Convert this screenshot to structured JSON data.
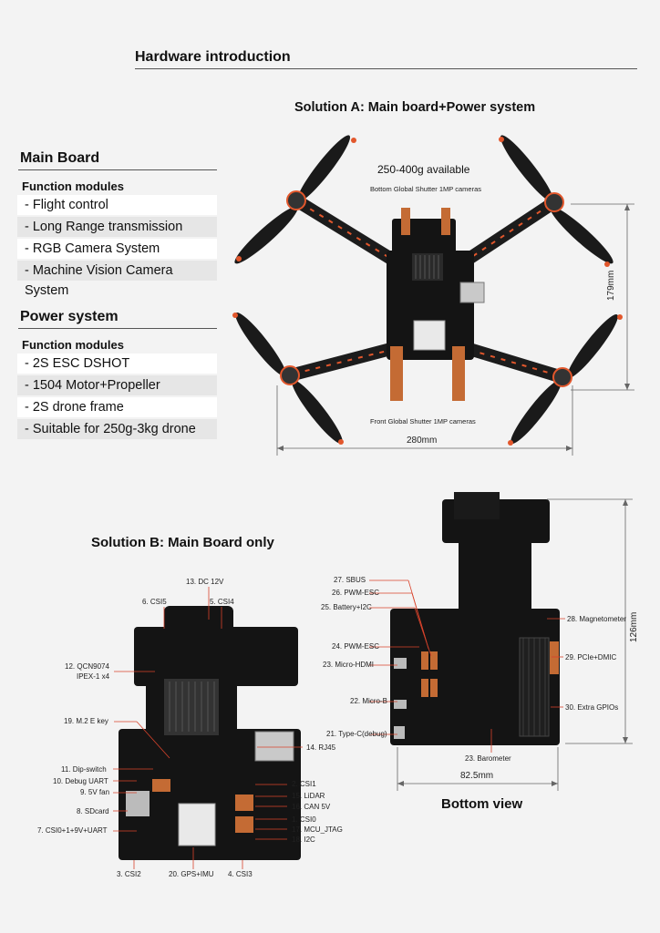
{
  "header": {
    "title": "Hardware introduction"
  },
  "solution_a": {
    "title": "Solution A: Main board+Power system",
    "weight_note": "250-400g available",
    "top_camera_note": "Bottom Global Shutter 1MP cameras",
    "bottom_camera_note": "Front Global Shutter 1MP cameras",
    "width_dim": "280mm",
    "height_dim": "179mm"
  },
  "main_board": {
    "title": "Main Board",
    "subtitle": "Function modules",
    "items": [
      "- Flight control",
      "- Long Range transmission",
      "- RGB Camera System",
      "- Machine Vision Camera System"
    ]
  },
  "power_system": {
    "title": "Power system",
    "subtitle": "Function modules",
    "items": [
      "- 2S ESC DSHOT",
      "- 1504 Motor+Propeller",
      "- 2S drone frame",
      "- Suitable for 250g-3kg drone"
    ]
  },
  "solution_b": {
    "title": "Solution B: Main Board only",
    "labels": {
      "l13": "13. DC 12V",
      "l6": "6. CSI5",
      "l5": "5. CSI4",
      "l12a": "12. QCN9074",
      "l12b": "IPEX-1 x4",
      "l19": "19. M.2 E key",
      "l14": "14. RJ45",
      "l11": "11. Dip-switch",
      "l10": "10. Debug UART",
      "l9": "9. 5V fan",
      "l8": "8. SDcard",
      "l7": "7. CSI0+1+9V+UART",
      "l2": "2. CSI1",
      "l15": "15. LiDAR",
      "l16": "16. CAN 5V",
      "l1": "1. CSI0",
      "l17": "17. MCU_JTAG",
      "l18": "18. I2C",
      "l3": "3. CSI2",
      "l20": "20. GPS+IMU",
      "l4": "4. CSI3"
    }
  },
  "bottom_view": {
    "title": "Bottom view",
    "width_dim": "82.5mm",
    "height_dim": "126mm",
    "labels": {
      "l27": "27. SBUS",
      "l26": "26. PWM-ESC",
      "l25": "25. Battery+I2C",
      "l24": "24. PWM-ESC",
      "l23a": "23. Micro-HDMI",
      "l22": "22. Micro-B",
      "l21": "21. Type-C(debug)",
      "l23b": "23. Barometer",
      "l28": "28. Magnetometer",
      "l29": "29. PCIe+DMIC",
      "l30": "30. Extra GPIOs"
    }
  },
  "colors": {
    "accent": "#e2572c",
    "board": "#141414",
    "arm": "#1c1c1c"
  }
}
